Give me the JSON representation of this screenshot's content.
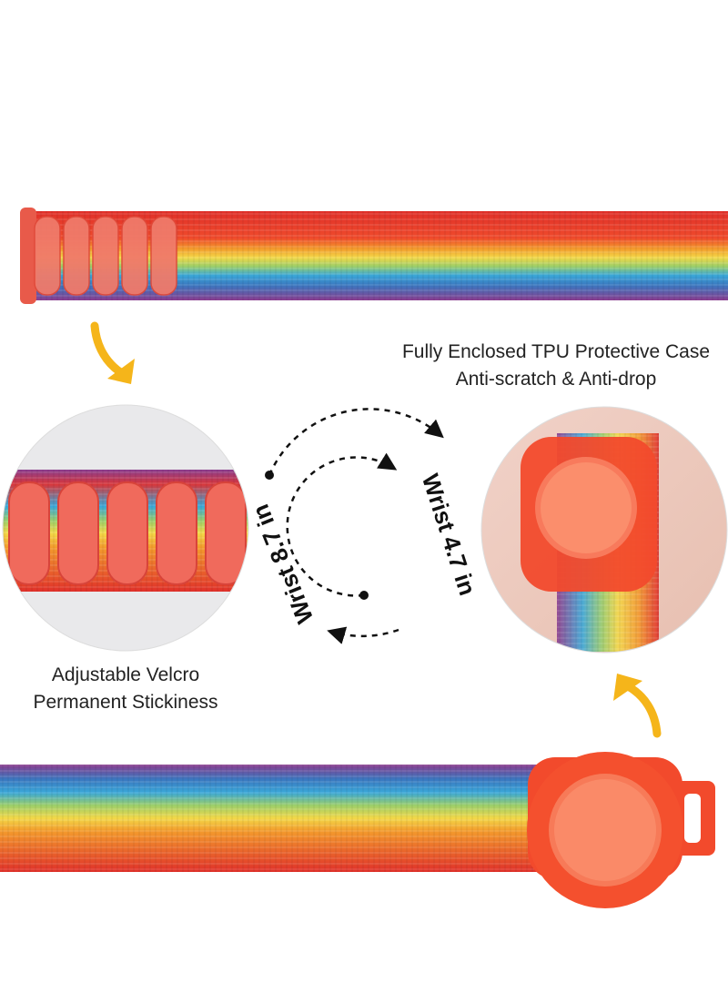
{
  "captions": {
    "case_line1": "Fully Enclosed TPU Protective Case",
    "case_line2": "Anti-scratch & Anti-drop",
    "velcro_line1": "Adjustable Velcro",
    "velcro_line2": "Permanent Stickiness"
  },
  "wrist_labels": {
    "small": "Wrist 4.7 in",
    "large": "Wrist 8.7 in"
  },
  "colors": {
    "arrow": "#f5b51a",
    "case": "#f24a2c",
    "band_red": "#e8352b",
    "band_orange": "#f28a2a",
    "band_yellow": "#f2d53b",
    "band_green": "#7cc36a",
    "band_blue": "#3aa7d8",
    "band_purple": "#8a3d8f"
  },
  "icons": [
    "curved-arrow-icon",
    "dashed-circle-arrow-icon"
  ]
}
